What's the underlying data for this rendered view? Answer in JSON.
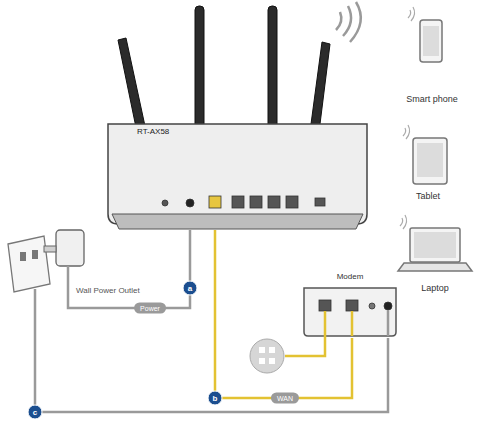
{
  "diagram": {
    "nodes": [
      {
        "text": [
          "RT-AX58"
        ]
      },
      {
        "text": [
          "Smart phone"
        ]
      },
      {
        "text": [
          "Tablet"
        ]
      },
      {
        "text": [
          "Laptop"
        ]
      },
      {
        "text": [
          "Wall Power Outlet"
        ]
      },
      {
        "text": [
          "Modem"
        ]
      }
    ],
    "edges": [
      {
        "from": 4,
        "to": 0,
        "label": "Power",
        "arrow": "none"
      },
      {
        "from": 5,
        "to": 0,
        "label": "WAN",
        "arrow": "none"
      },
      {
        "from": 5,
        "to": 4,
        "arrow": "none"
      }
    ],
    "labels": [
      "a",
      "b",
      "c"
    ]
  }
}
